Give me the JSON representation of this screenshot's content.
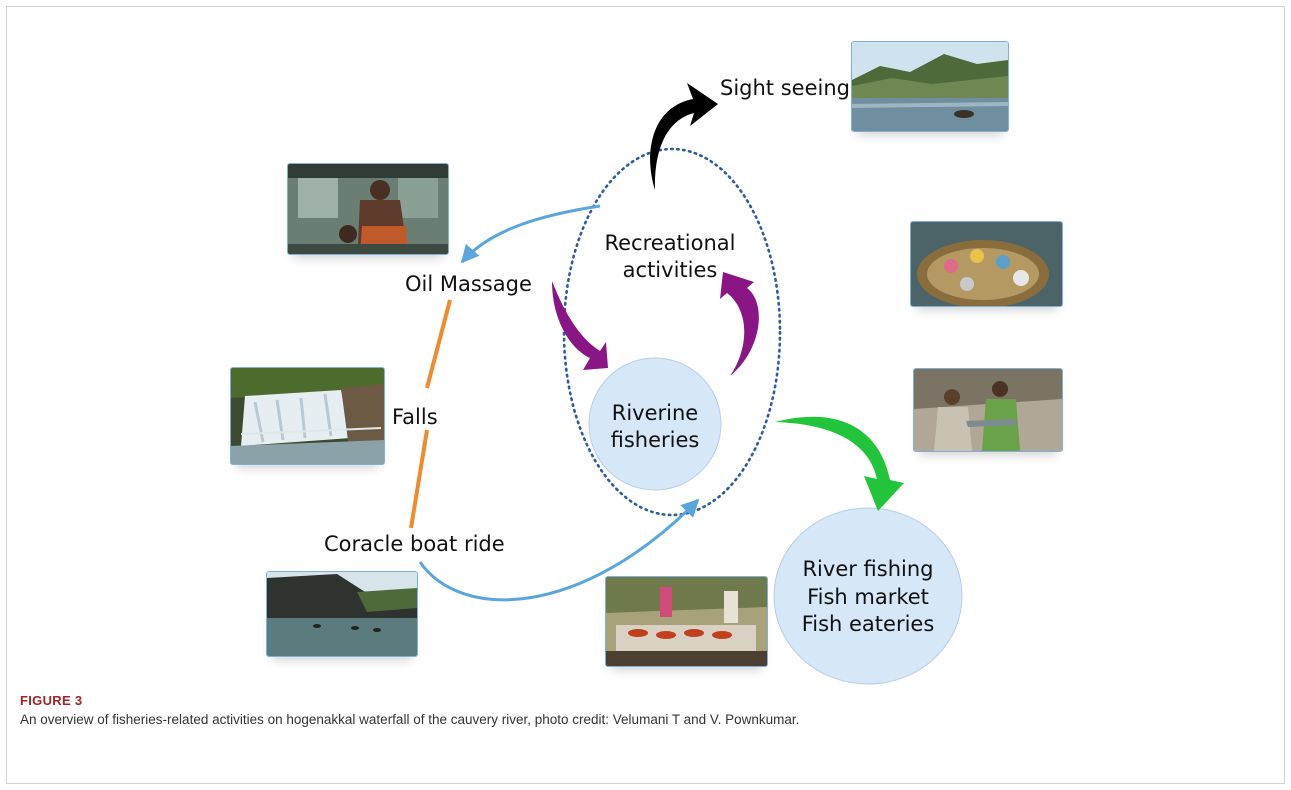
{
  "nodes": {
    "recreational": "Recreational\nactivities",
    "riverine": "Riverine\nfisheries",
    "outcomes": "River fishing\nFish market\nFish eateries",
    "sightseeing": "Sight seeing",
    "oil_massage": "Oil Massage",
    "falls": "Falls",
    "coracle": "Coracle boat ride"
  },
  "photos": {
    "sightseeing": "river and hills photo",
    "oil_massage": "oil massage photo",
    "falls": "waterfall photo",
    "coracle": "coracle boats photo",
    "coracle_fishers": "women in coracle photo",
    "fishermen": "fishermen holding fish photo",
    "fish_stall": "fried fish stall photo"
  },
  "colors": {
    "circle_fill": "#d6e7f7",
    "dotted_ellipse": "#2e5b9e",
    "blue_arrow": "#5aa6dc",
    "purple_arrow": "#8a1585",
    "green_arrow": "#21c43a",
    "black_arrow": "#000000",
    "orange_line": "#f08a2c"
  },
  "caption": {
    "label": "FIGURE 3",
    "text": "An overview of fisheries-related activities on hogenakkal waterfall of the cauvery river, photo credit: Velumani T and V. Pownkumar."
  }
}
